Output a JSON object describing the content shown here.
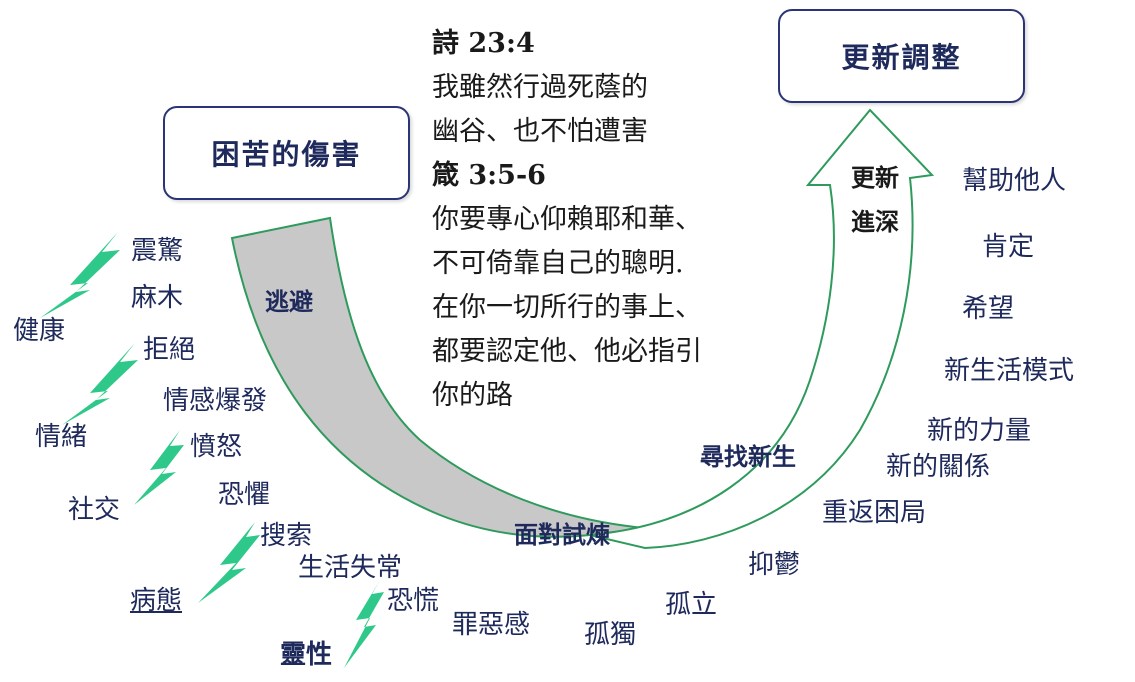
{
  "boxes": {
    "distress": "困苦的傷害",
    "renewal": "更新調整"
  },
  "verses": {
    "ref1": "詩 23:4",
    "v1_line1": "我雖然行過死蔭的",
    "v1_line2": "幽谷、也不怕遭害",
    "ref2": "箴 3:5-6",
    "v2_line1": "你要專心仰賴耶和華、",
    "v2_line2": "不可倚靠自己的聰明.",
    "v2_line3": "在你一切所行的事上、",
    "v2_line4": "都要認定他、他必指引",
    "v2_line5": "你的路"
  },
  "arrow_labels": {
    "escape": "逃避",
    "face_trial": "面對試煉",
    "seek_new_life": "尋找新生",
    "renew_line1": "更新",
    "renew_line2": "進深"
  },
  "categories": {
    "health": "健康",
    "emotion": "情緒",
    "social": "社交",
    "pathology": "病態",
    "spiritual": "靈性"
  },
  "reactions": {
    "shock": "震驚",
    "numb": "麻木",
    "reject": "拒絕",
    "outburst": "情感爆發",
    "anger": "憤怒",
    "fear": "恐懼",
    "search": "搜索",
    "disorder": "生活失常",
    "panic": "恐慌",
    "guilt": "罪惡感",
    "lonely": "孤獨",
    "isolated": "孤立",
    "depressed": "抑鬱",
    "return": "重返困局",
    "new_relationship": "新的關係",
    "new_strength": "新的力量",
    "new_lifestyle": "新生活模式",
    "hope": "希望",
    "affirm": "肯定",
    "help_others": "幫助他人"
  },
  "colors": {
    "text": "#1f2a5c",
    "arrow_fill": "#c8c8c8",
    "arrow_stroke": "#2e9a5c",
    "bolt": "#2ec98a"
  }
}
